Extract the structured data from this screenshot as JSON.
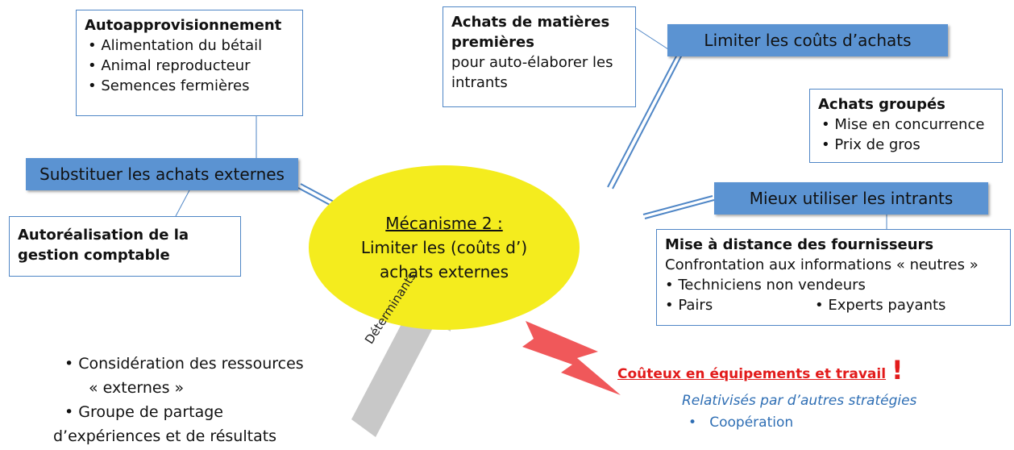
{
  "center": {
    "title": "Mécanisme 2 :",
    "line1": "Limiter les (coûts d’)",
    "line2": "achats externes"
  },
  "labels": {
    "substituer": "Substituer les achats externes",
    "limiter": "Limiter les coûts d’achats",
    "mieux": "Mieux utiliser les intrants"
  },
  "boxes": {
    "autoappro": {
      "head": "Autoapprovisionnement",
      "items": [
        "Alimentation du bétail",
        "Animal reproducteur",
        "Semences fermières"
      ]
    },
    "autorealisation": {
      "head1": "Autoréalisation de la",
      "head2": "gestion comptable"
    },
    "matieres": {
      "head1": "Achats de matières",
      "head2": "premières",
      "body1": "pour auto-élaborer les",
      "body2": "intrants"
    },
    "groupes": {
      "head": "Achats groupés",
      "items": [
        "Mise en concurrence",
        "Prix de gros"
      ]
    },
    "distance": {
      "head": "Mise à distance des fournisseurs",
      "line": "Confrontation aux informations « neutres »",
      "item1": "Techniciens non vendeurs",
      "item2": "Pairs",
      "item3": "Experts payants"
    }
  },
  "arrow_label": "Déterminants",
  "determinants": {
    "l1": "• Considération des ressources",
    "l2": "« externes »",
    "l3": "• Groupe de partage",
    "l4": "d’expériences et de résultats"
  },
  "warning": {
    "text": "Coûteux en équipements et travail",
    "mark": "!"
  },
  "relativises": {
    "title": "Relativisés par d’autres stratégies",
    "item": "Coopération"
  },
  "colors": {
    "ellipse": "#f4ec1e",
    "label_bg": "#5b93d2",
    "box_border": "#4f86c6",
    "warning": "#e21b1b",
    "relat": "#2e6eb4"
  }
}
